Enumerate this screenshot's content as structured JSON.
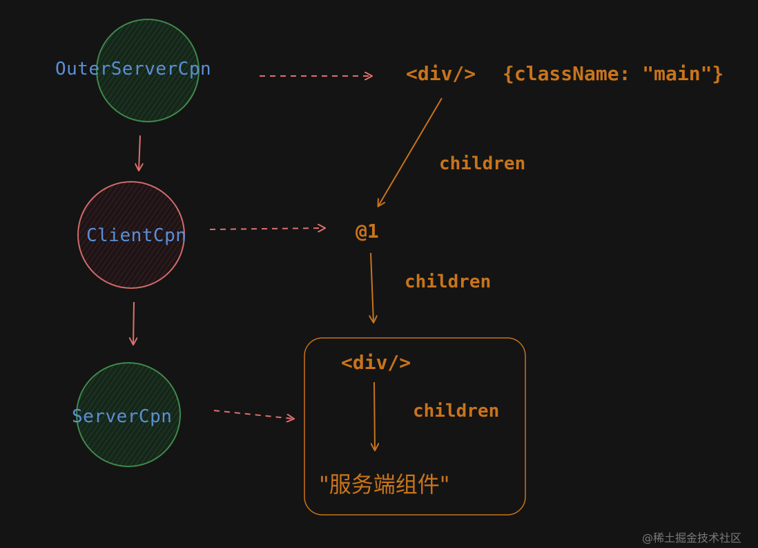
{
  "components": {
    "outer": "OuterServerCpn",
    "client": "ClientCpn",
    "server": "ServerCpn"
  },
  "tree": {
    "div_main": "<div/>",
    "props": "{className: \"main\"}",
    "children_1": "children",
    "ref": "@1",
    "children_2": "children",
    "div_inner": "<div/>",
    "children_3": "children",
    "text_node": "\"服务端组件\""
  },
  "watermark": "@稀土掘金技术社区",
  "colors": {
    "background": "#141414",
    "server_circle": "#2f6f3a",
    "client_circle": "#d46a6a",
    "label_blue": "#5b8fd6",
    "accent_orange": "#c9741b",
    "dashed_arrow": "#e07070"
  }
}
